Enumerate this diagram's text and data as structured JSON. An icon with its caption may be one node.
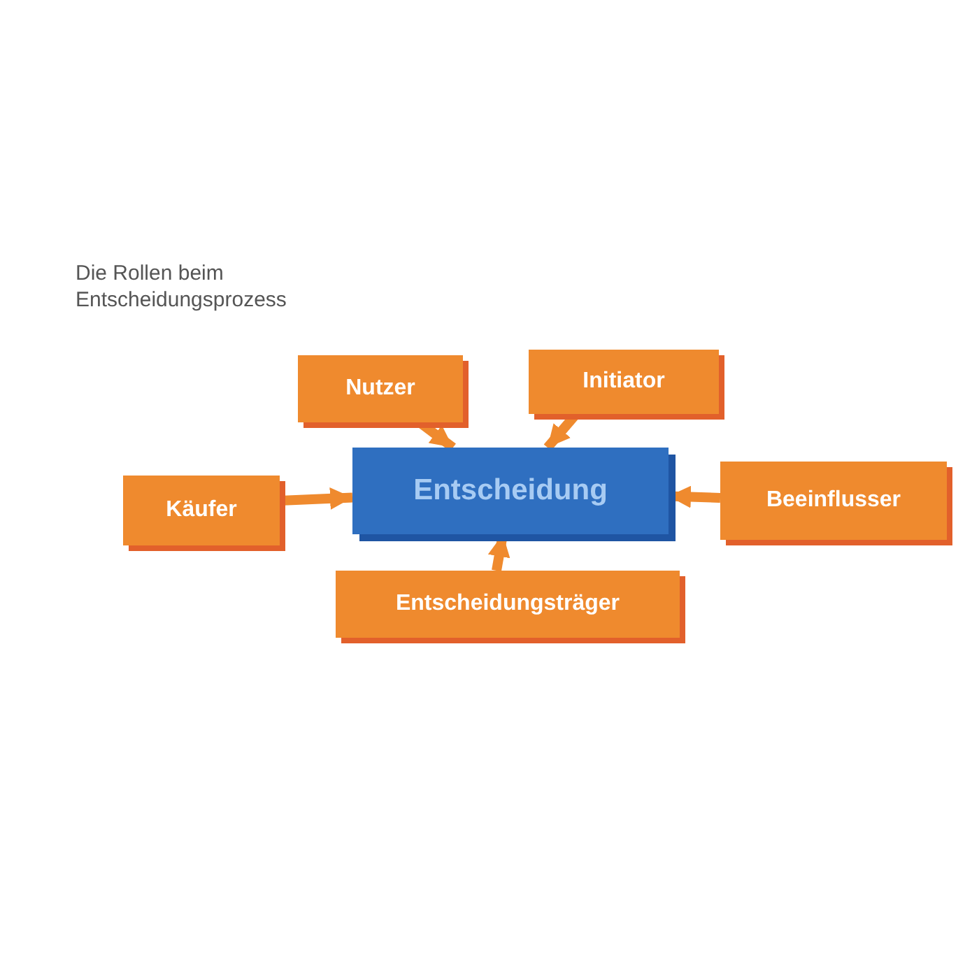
{
  "diagram": {
    "title": "Die Rollen beim Entscheidungsprozess",
    "nodes": [
      {
        "text": [
          "Nutzer"
        ]
      },
      {
        "text": [
          "Initiator"
        ]
      },
      {
        "text": [
          "Käufer"
        ]
      },
      {
        "text": [
          "Entscheidung"
        ]
      },
      {
        "text": [
          "Beeinflusser"
        ]
      },
      {
        "text": [
          "Entscheidungsträger"
        ]
      }
    ],
    "edges": [
      {
        "from": 0,
        "to": 3,
        "arrow": "to"
      },
      {
        "from": 1,
        "to": 3,
        "arrow": "to"
      },
      {
        "from": 2,
        "to": 3,
        "arrow": "to"
      },
      {
        "from": 4,
        "to": 3,
        "arrow": "to"
      },
      {
        "from": 5,
        "to": 3,
        "arrow": "to"
      }
    ]
  }
}
